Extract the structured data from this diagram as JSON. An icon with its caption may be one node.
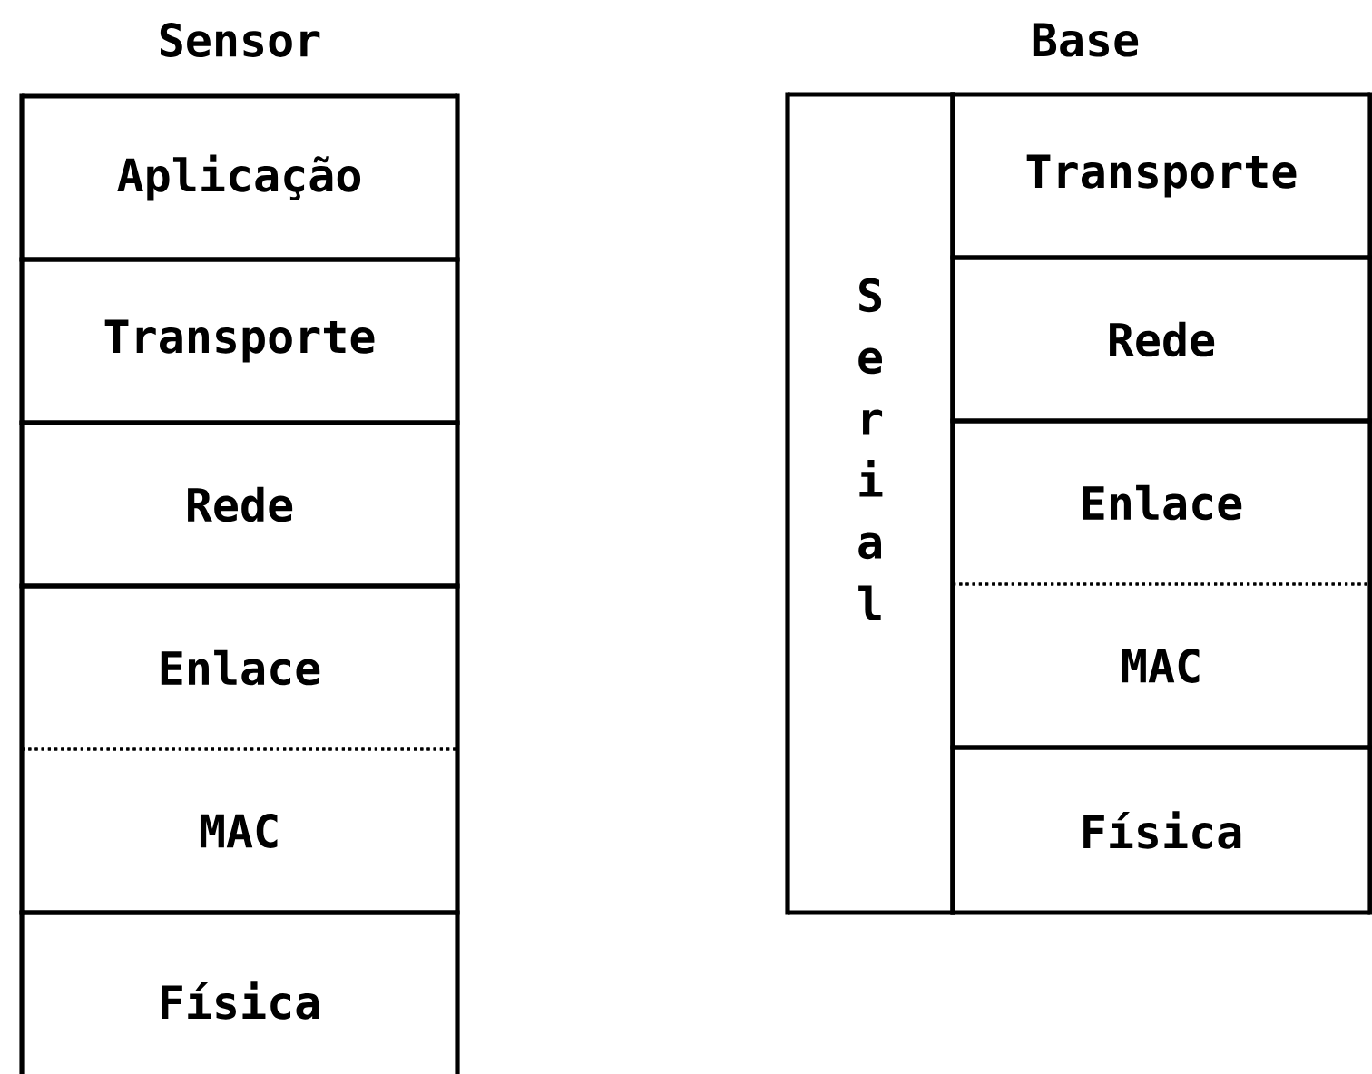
{
  "diagram": {
    "nodes": [
      {
        "text": [
          "Aplicação"
        ]
      },
      {
        "text": [
          "Transporte"
        ]
      },
      {
        "text": [
          "Rede"
        ]
      },
      {
        "text": [
          "Enlace"
        ]
      },
      {
        "text": [
          "MAC"
        ]
      },
      {
        "text": [
          "Física"
        ]
      },
      {
        "text": [
          "Serial"
        ]
      },
      {
        "text": [
          "Transporte"
        ]
      },
      {
        "text": [
          "Rede"
        ]
      },
      {
        "text": [
          "Enlace"
        ]
      },
      {
        "text": [
          "MAC"
        ]
      },
      {
        "text": [
          "Física"
        ]
      }
    ],
    "labels": [
      "Sensor",
      "Base"
    ]
  }
}
